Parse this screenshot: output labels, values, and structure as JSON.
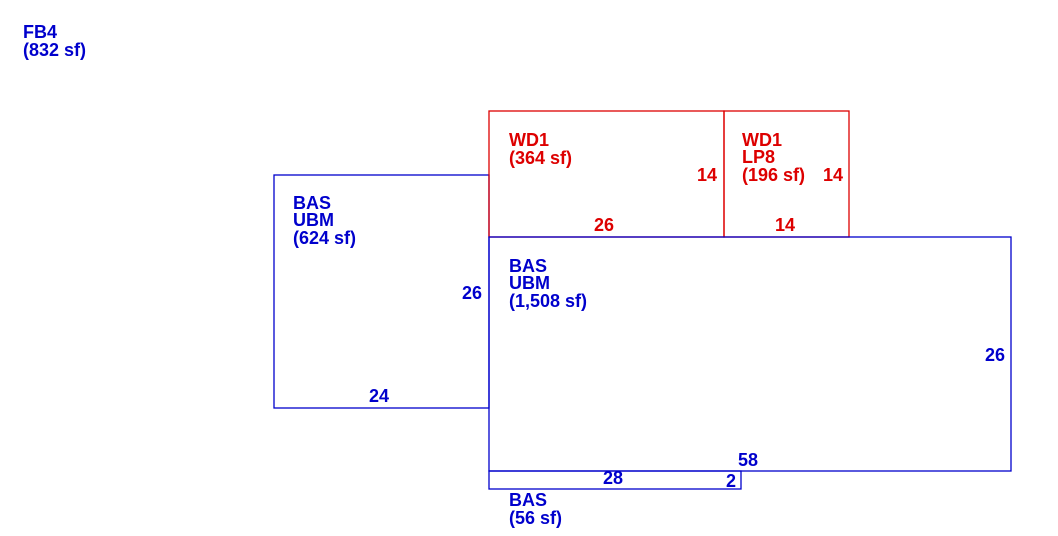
{
  "header": {
    "code": "FB4",
    "area": "(832 sf)"
  },
  "areas": {
    "bas_left": {
      "lines": [
        "BAS",
        "UBM",
        "(624 sf)"
      ],
      "color": "#0000cc"
    },
    "bas_main": {
      "lines": [
        "BAS",
        "UBM",
        "(1,508 sf)"
      ],
      "color": "#0000cc"
    },
    "bas_strip": {
      "lines": [
        "BAS",
        "(56 sf)"
      ],
      "color": "#0000cc"
    },
    "wd1_left": {
      "lines": [
        "WD1",
        "(364 sf)"
      ],
      "color": "#dd0000"
    },
    "wd1_right": {
      "lines": [
        "WD1",
        "LP8",
        "(196 sf)"
      ],
      "color": "#dd0000"
    }
  },
  "dimensions": {
    "bas_left_height": "26",
    "bas_left_width": "24",
    "wd1_left_height": "14",
    "wd1_left_width": "26",
    "wd1_right_height": "14",
    "wd1_right_width": "14",
    "bas_main_height": "26",
    "bas_main_width": "58",
    "bas_strip_width": "28",
    "bas_strip_height": "2"
  }
}
